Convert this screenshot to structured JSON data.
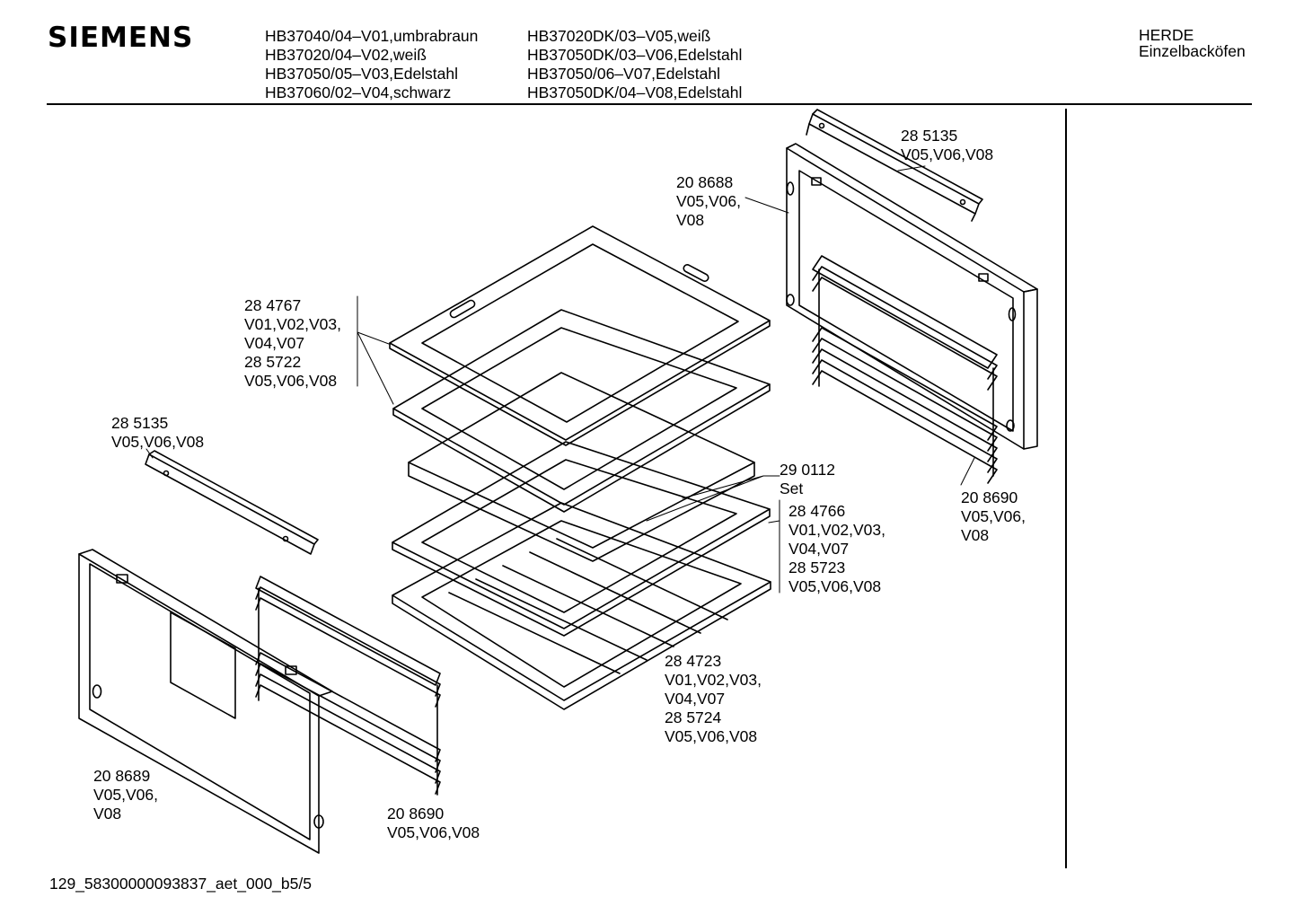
{
  "header": {
    "brand": "SIEMENS",
    "models_col1": [
      "HB37040/04–V01,umbrabraun",
      "HB37020/04–V02,weiß",
      "HB37050/05–V03,Edelstahl",
      "HB37060/02–V04,schwarz"
    ],
    "models_col2": [
      "HB37020DK/03–V05,weiß",
      "HB37050DK/03–V06,Edelstahl",
      "HB37050/06–V07,Edelstahl",
      "HB37050DK/04–V08,Edelstahl"
    ],
    "category_line1": "HERDE",
    "category_line2": "Einzelbacköfen"
  },
  "callouts": {
    "rail_top_right": [
      "28 5135",
      "V05,V06,V08"
    ],
    "side_panel_right": [
      "20 8688",
      "V05,V06,",
      "V08"
    ],
    "baking_tray": [
      "28 4767",
      "V01,V02,V03,",
      "V04,V07",
      "28 5722",
      "V05,V06,V08"
    ],
    "rail_left": [
      "28 5135",
      "V05,V06,V08"
    ],
    "set": [
      "29 0112",
      "Set"
    ],
    "universal_pan": [
      "28 4766",
      "V01,V02,V03,",
      "V04,V07",
      "28 5723",
      "V05,V06,V08"
    ],
    "shelf_rack_right": [
      "20 8690",
      "V05,V06,",
      "V08"
    ],
    "grill_rack": [
      "28 4723",
      "V01,V02,V03,",
      "V04,V07",
      "28 5724",
      "V05,V06,V08"
    ],
    "side_panel_left": [
      "20 8689",
      "V05,V06,",
      "V08"
    ],
    "shelf_rack_left": [
      "20 8690",
      "V05,V06,V08"
    ]
  },
  "footer": "129_58300000093837_aet_000_b5/5"
}
